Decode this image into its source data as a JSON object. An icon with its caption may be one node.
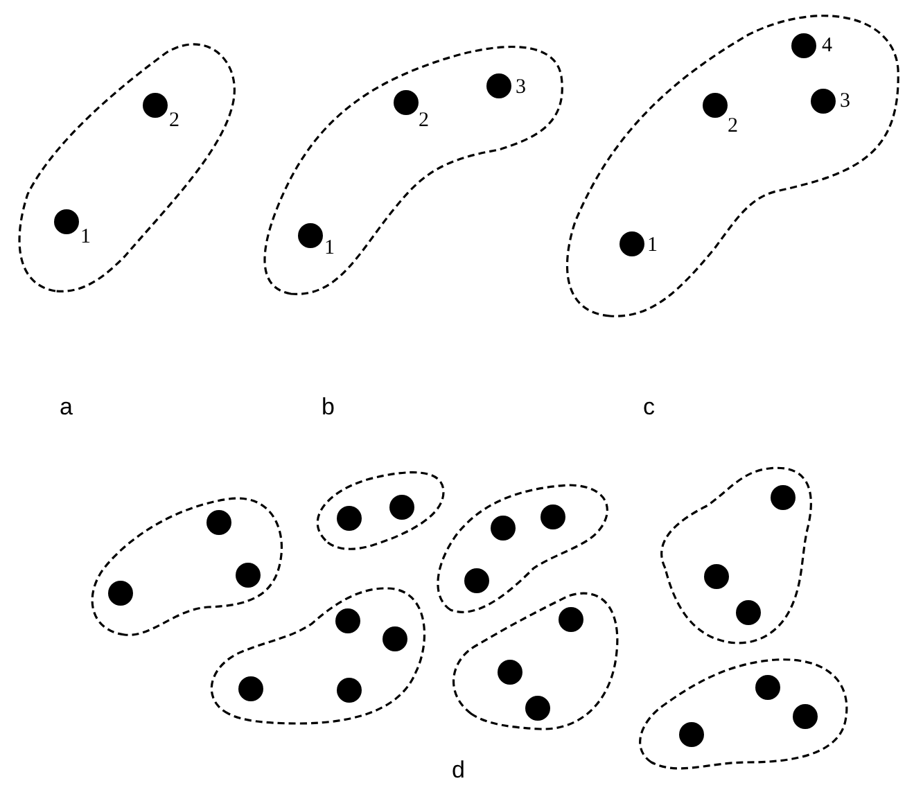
{
  "diagram": {
    "nodes": [
      {
        "text": [],
        "shape": "blob"
      },
      {
        "text": [],
        "shape": "circle",
        "in": 0,
        "beside": [
          "1"
        ]
      },
      {
        "text": [],
        "shape": "circle",
        "in": 0,
        "beside": [
          "2"
        ]
      },
      {
        "text": [],
        "shape": "blob"
      },
      {
        "text": [],
        "shape": "circle",
        "in": 3,
        "beside": [
          "1"
        ]
      },
      {
        "text": [],
        "shape": "circle",
        "in": 3,
        "beside": [
          "2"
        ]
      },
      {
        "text": [],
        "shape": "circle",
        "in": 3,
        "beside": [
          "3"
        ]
      },
      {
        "text": [],
        "shape": "blob"
      },
      {
        "text": [],
        "shape": "circle",
        "in": 7,
        "beside": [
          "1"
        ]
      },
      {
        "text": [],
        "shape": "circle",
        "in": 7,
        "beside": [
          "2"
        ]
      },
      {
        "text": [],
        "shape": "circle",
        "in": 7,
        "beside": [
          "3"
        ]
      },
      {
        "text": [],
        "shape": "circle",
        "in": 7,
        "beside": [
          "4"
        ]
      },
      {
        "text": [],
        "shape": "blob"
      },
      {
        "text": [],
        "shape": "circle",
        "in": 12
      },
      {
        "text": [],
        "shape": "circle",
        "in": 12
      },
      {
        "text": [],
        "shape": "circle",
        "in": 12
      },
      {
        "text": [],
        "shape": "blob"
      },
      {
        "text": [],
        "shape": "circle",
        "in": 16
      },
      {
        "text": [],
        "shape": "circle",
        "in": 16
      },
      {
        "text": [],
        "shape": "blob"
      },
      {
        "text": [],
        "shape": "circle",
        "in": 19
      },
      {
        "text": [],
        "shape": "circle",
        "in": 19
      },
      {
        "text": [],
        "shape": "circle",
        "in": 19
      },
      {
        "text": [],
        "shape": "blob"
      },
      {
        "text": [],
        "shape": "circle",
        "in": 23
      },
      {
        "text": [],
        "shape": "circle",
        "in": 23
      },
      {
        "text": [],
        "shape": "circle",
        "in": 23
      },
      {
        "text": [],
        "shape": "circle",
        "in": 23
      },
      {
        "text": [],
        "shape": "blob"
      },
      {
        "text": [],
        "shape": "circle",
        "in": 28
      },
      {
        "text": [],
        "shape": "circle",
        "in": 28
      },
      {
        "text": [],
        "shape": "circle",
        "in": 28
      },
      {
        "text": [],
        "shape": "blob"
      },
      {
        "text": [],
        "shape": "circle",
        "in": 32
      },
      {
        "text": [],
        "shape": "circle",
        "in": 32
      },
      {
        "text": [],
        "shape": "circle",
        "in": 32
      },
      {
        "text": [],
        "shape": "blob"
      },
      {
        "text": [],
        "shape": "circle",
        "in": 36
      },
      {
        "text": [],
        "shape": "circle",
        "in": 36
      },
      {
        "text": [],
        "shape": "circle",
        "in": 36
      }
    ],
    "labels": [
      "a",
      "b",
      "c",
      "d"
    ]
  }
}
